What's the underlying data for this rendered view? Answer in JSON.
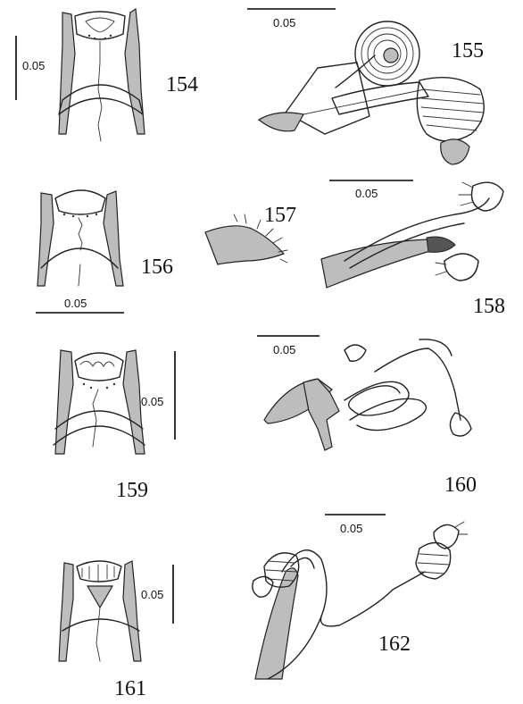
{
  "figures": {
    "f154": "154",
    "f155": "155",
    "f156": "156",
    "f157": "157",
    "f158": "158",
    "f159": "159",
    "f160": "160",
    "f161": "161",
    "f162": "162"
  },
  "scale_bars": {
    "s154": "0.05",
    "s155": "0.05",
    "s156": "0.05",
    "s158": "0.05",
    "s159": "0.05",
    "s160": "0.05",
    "s161": "0.05",
    "s162": "0.05"
  },
  "colors": {
    "ink": "#222222",
    "shade": "#bdbdbd",
    "background": "#ffffff"
  }
}
